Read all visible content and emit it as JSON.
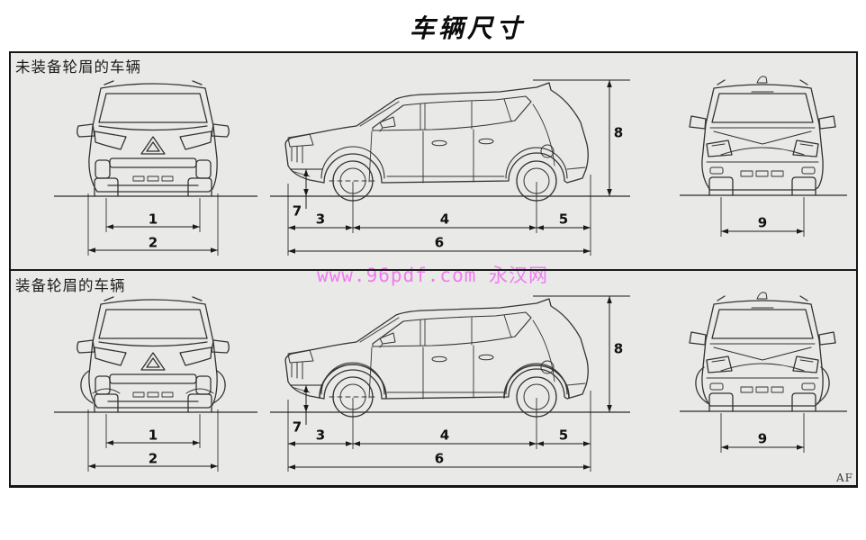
{
  "page": {
    "title": "车辆尺寸",
    "watermark": "www.96pdf.com 永汉网",
    "page_code": "AF",
    "colors": {
      "panel_bg": "#e9e9e7",
      "line_art": "#333333",
      "dimension": "#1a1a1a",
      "watermark": "#f07bf0",
      "border": "#151515"
    }
  },
  "sections": [
    {
      "id": "without-flares",
      "label": "未装备轮眉的车辆",
      "views": [
        "front",
        "side",
        "rear"
      ]
    },
    {
      "id": "with-flares",
      "label": "装备轮眉的车辆",
      "views": [
        "front",
        "side",
        "rear"
      ]
    }
  ],
  "dimensions": {
    "front_track": "1",
    "overall_width": "2",
    "front_overhang": "3",
    "wheelbase": "4",
    "rear_overhang": "5",
    "overall_length": "6",
    "ground_clearance": "7",
    "overall_height": "8",
    "rear_track": "9"
  }
}
